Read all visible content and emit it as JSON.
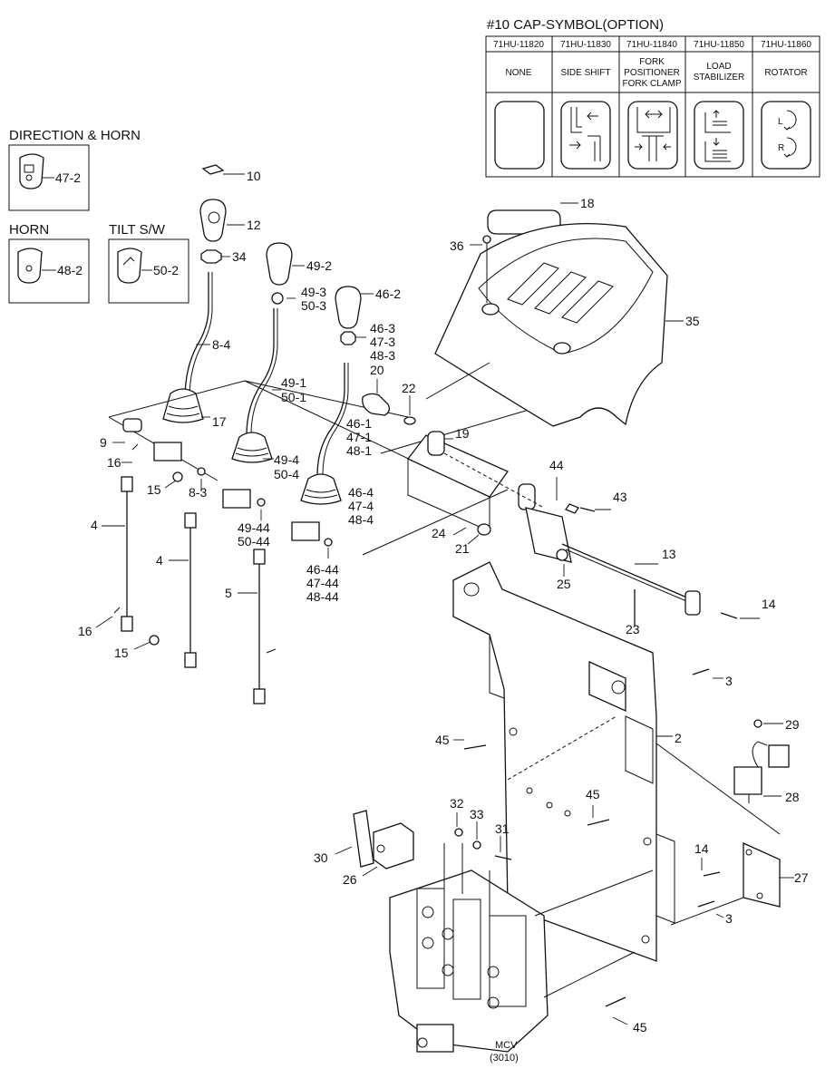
{
  "cap_table": {
    "title": "#10 CAP-SYMBOL(OPTION)",
    "columns": [
      {
        "part_no": "71HU-11820",
        "desc": [
          "NONE"
        ],
        "symbol": "blank-cap-icon"
      },
      {
        "part_no": "71HU-11830",
        "desc": [
          "SIDE SHIFT"
        ],
        "symbol": "side-shift-icon"
      },
      {
        "part_no": "71HU-11840",
        "desc": [
          "FORK",
          "POSITIONER",
          "FORK CLAMP"
        ],
        "symbol": "fork-positioner-icon"
      },
      {
        "part_no": "71HU-11850",
        "desc": [
          "LOAD",
          "STABILIZER"
        ],
        "symbol": "load-stabilizer-icon"
      },
      {
        "part_no": "71HU-11860",
        "desc": [
          "ROTATOR"
        ],
        "symbol": "rotator-icon"
      }
    ]
  },
  "rotator_marks": {
    "left": "L",
    "right": "R"
  },
  "insets": {
    "direction_horn": {
      "title": "DIRECTION & HORN",
      "part": "47-2"
    },
    "horn": {
      "title": "HORN",
      "part": "48-2"
    },
    "tilt": {
      "title": "TILT S/W",
      "part": "50-2"
    }
  },
  "labels": [
    {
      "id": "l10",
      "text": "10"
    },
    {
      "id": "l12",
      "text": "12"
    },
    {
      "id": "l34",
      "text": "34"
    },
    {
      "id": "l49-2",
      "text": "49-2"
    },
    {
      "id": "l49-3",
      "text": "49-3"
    },
    {
      "id": "l50-3",
      "text": "50-3"
    },
    {
      "id": "l46-2",
      "text": "46-2"
    },
    {
      "id": "l46-3",
      "text": "46-3"
    },
    {
      "id": "l47-3",
      "text": "47-3"
    },
    {
      "id": "l48-3",
      "text": "48-3"
    },
    {
      "id": "l8-4",
      "text": "8-4"
    },
    {
      "id": "l20",
      "text": "20"
    },
    {
      "id": "l22",
      "text": "22"
    },
    {
      "id": "l49-1",
      "text": "49-1"
    },
    {
      "id": "l50-1",
      "text": "50-1"
    },
    {
      "id": "l46-1",
      "text": "46-1"
    },
    {
      "id": "l47-1",
      "text": "47-1"
    },
    {
      "id": "l48-1",
      "text": "48-1"
    },
    {
      "id": "l17",
      "text": "17"
    },
    {
      "id": "l9",
      "text": "9"
    },
    {
      "id": "l16a",
      "text": "16"
    },
    {
      "id": "l15a",
      "text": "15"
    },
    {
      "id": "l8-3",
      "text": "8-3"
    },
    {
      "id": "l49-4",
      "text": "49-4"
    },
    {
      "id": "l50-4",
      "text": "50-4"
    },
    {
      "id": "l46-4",
      "text": "46-4"
    },
    {
      "id": "l47-4",
      "text": "47-4"
    },
    {
      "id": "l48-4",
      "text": "48-4"
    },
    {
      "id": "l4a",
      "text": "4"
    },
    {
      "id": "l4b",
      "text": "4"
    },
    {
      "id": "l49-44",
      "text": "49-44"
    },
    {
      "id": "l50-44",
      "text": "50-44"
    },
    {
      "id": "l46-44",
      "text": "46-44"
    },
    {
      "id": "l47-44",
      "text": "47-44"
    },
    {
      "id": "l48-44",
      "text": "48-44"
    },
    {
      "id": "l5",
      "text": "5"
    },
    {
      "id": "l16b",
      "text": "16"
    },
    {
      "id": "l15b",
      "text": "15"
    },
    {
      "id": "l18",
      "text": "18"
    },
    {
      "id": "l36",
      "text": "36"
    },
    {
      "id": "l35",
      "text": "35"
    },
    {
      "id": "l19",
      "text": "19"
    },
    {
      "id": "l44",
      "text": "44"
    },
    {
      "id": "l43",
      "text": "43"
    },
    {
      "id": "l24",
      "text": "24"
    },
    {
      "id": "l21",
      "text": "21"
    },
    {
      "id": "l25",
      "text": "25"
    },
    {
      "id": "l13",
      "text": "13"
    },
    {
      "id": "l14a",
      "text": "14"
    },
    {
      "id": "l23",
      "text": "23"
    },
    {
      "id": "l3a",
      "text": "3"
    },
    {
      "id": "l2",
      "text": "2"
    },
    {
      "id": "l29",
      "text": "29"
    },
    {
      "id": "l45a",
      "text": "45"
    },
    {
      "id": "l28",
      "text": "28"
    },
    {
      "id": "l45b",
      "text": "45"
    },
    {
      "id": "l32",
      "text": "32"
    },
    {
      "id": "l33",
      "text": "33"
    },
    {
      "id": "l31",
      "text": "31"
    },
    {
      "id": "l30",
      "text": "30"
    },
    {
      "id": "l26",
      "text": "26"
    },
    {
      "id": "l14b",
      "text": "14"
    },
    {
      "id": "l27",
      "text": "27"
    },
    {
      "id": "l3b",
      "text": "3"
    },
    {
      "id": "l45c",
      "text": "45"
    }
  ],
  "mcv": {
    "line1": "MCV",
    "line2": "(3010)"
  }
}
